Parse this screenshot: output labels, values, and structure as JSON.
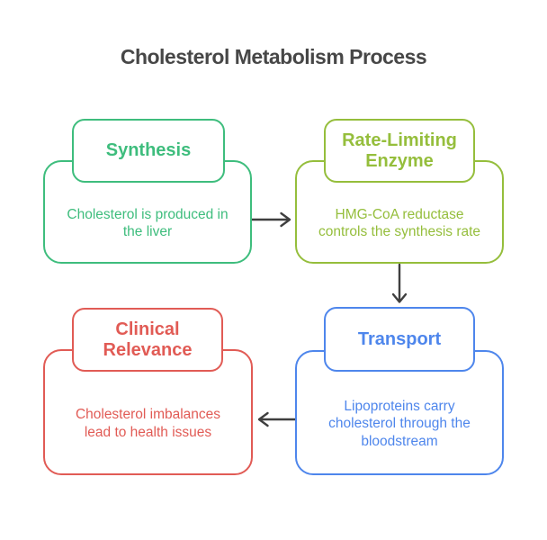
{
  "title": "Cholesterol Metabolism Process",
  "nodes": [
    {
      "id": "synthesis",
      "label": "Synthesis",
      "description": "Cholesterol is produced in the liver",
      "color": "#3ebd7d"
    },
    {
      "id": "rate-limiting-enzyme",
      "label": "Rate-Limiting Enzyme",
      "description": "HMG-CoA reductase controls the synthesis rate",
      "color": "#95be3c"
    },
    {
      "id": "transport",
      "label": "Transport",
      "description": "Lipoproteins carry cholesterol through the bloodstream",
      "color": "#4e86ec"
    },
    {
      "id": "clinical-relevance",
      "label": "Clinical Relevance",
      "description": "Cholesterol imbalances lead to health issues",
      "color": "#e15b55"
    }
  ],
  "edges": [
    {
      "from": "synthesis",
      "to": "rate-limiting-enzyme",
      "direction": "right"
    },
    {
      "from": "rate-limiting-enzyme",
      "to": "transport",
      "direction": "down"
    },
    {
      "from": "transport",
      "to": "clinical-relevance",
      "direction": "left"
    }
  ],
  "colors": {
    "background": "#ffffff",
    "title": "#474747",
    "arrow": "#3f3f3f"
  }
}
